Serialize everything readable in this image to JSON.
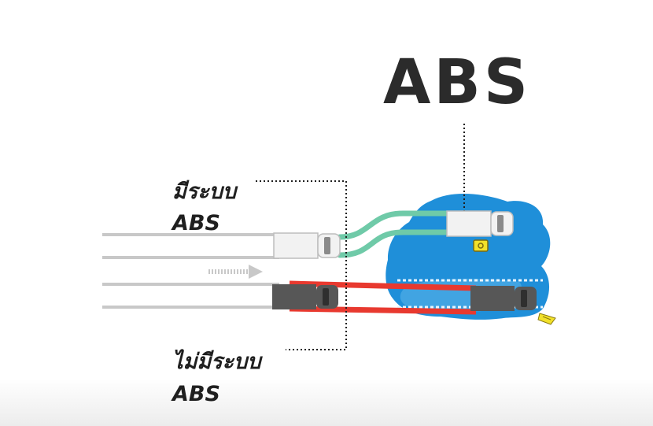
{
  "title": "ABS",
  "labels": {
    "with_abs_line1": "มีระบบ",
    "with_abs_line2": "ABS",
    "without_abs_line1": "ไม่มีระบบ",
    "without_abs_line2": "ABS"
  },
  "colors": {
    "water": "#1f8fd9",
    "water_light": "#5cb6ea",
    "track_gray": "#c8c8c8",
    "abs_path": "#6fcaa8",
    "no_abs_path": "#e8392f",
    "truck_white": "#f2f2f2",
    "truck_dark": "#575757",
    "cone": "#f2e12a",
    "title": "#2b2b2b"
  },
  "icons": [
    "direction-arrow-icon",
    "traffic-cone-icon",
    "warning-sign-icon"
  ]
}
